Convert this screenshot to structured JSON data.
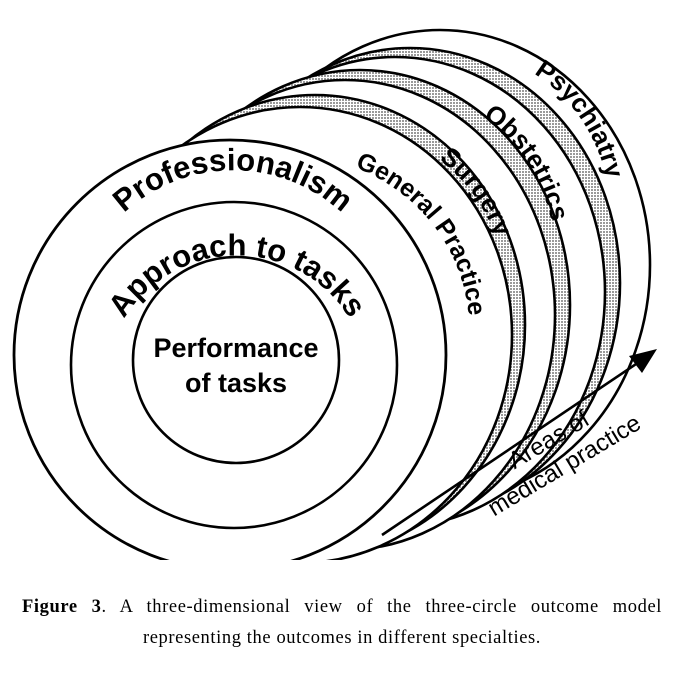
{
  "diagram": {
    "core": {
      "line1": "Performance",
      "line2": "of tasks"
    },
    "middle_ring": "Approach to tasks",
    "outer_ring": "Professionalism",
    "specialty_layers": [
      "General Practice",
      "Surgery",
      "Obstetrics",
      "Psychiatry"
    ],
    "arrow_label": {
      "line1": "Areas of",
      "line2": "medical practice"
    },
    "colors": {
      "line": "#000000",
      "shaded_band": "#bdbdbd",
      "background": "#ffffff"
    }
  },
  "caption": {
    "label": "Figure 3",
    "text": ". A three-dimensional view of the three-circle outcome model representing the outcomes in different specialties."
  }
}
